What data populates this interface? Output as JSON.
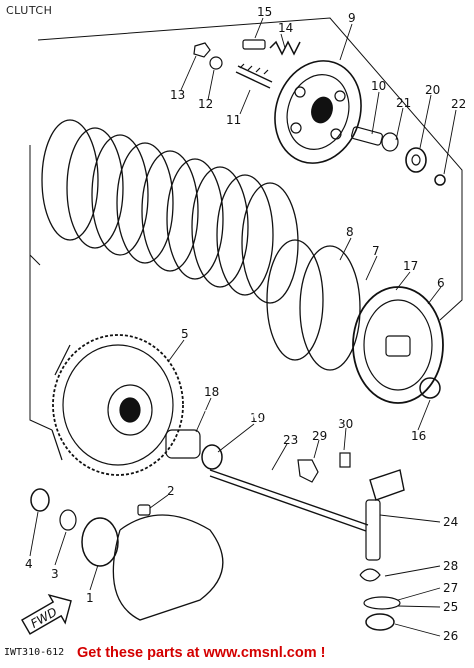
{
  "header": {
    "title": "CLUTCH"
  },
  "diagram": {
    "part_code": "IWT310-612",
    "fwd_label": "FWD",
    "watermark": "WWW.CMSNL.COM",
    "callouts": [
      {
        "id": "c15",
        "label": "15"
      },
      {
        "id": "c14",
        "label": "14"
      },
      {
        "id": "c9",
        "label": "9"
      },
      {
        "id": "c13",
        "label": "13"
      },
      {
        "id": "c12",
        "label": "12"
      },
      {
        "id": "c11",
        "label": "11"
      },
      {
        "id": "c10",
        "label": "10"
      },
      {
        "id": "c21",
        "label": "21"
      },
      {
        "id": "c20",
        "label": "20"
      },
      {
        "id": "c22",
        "label": "22"
      },
      {
        "id": "c8",
        "label": "8"
      },
      {
        "id": "c7",
        "label": "7"
      },
      {
        "id": "c17",
        "label": "17"
      },
      {
        "id": "c6",
        "label": "6"
      },
      {
        "id": "c5",
        "label": "5"
      },
      {
        "id": "c18",
        "label": "18"
      },
      {
        "id": "c19",
        "label": "19"
      },
      {
        "id": "c23",
        "label": "23"
      },
      {
        "id": "c29",
        "label": "29"
      },
      {
        "id": "c30",
        "label": "30"
      },
      {
        "id": "c16",
        "label": "16"
      },
      {
        "id": "c2",
        "label": "2"
      },
      {
        "id": "c4",
        "label": "4"
      },
      {
        "id": "c3",
        "label": "3"
      },
      {
        "id": "c1",
        "label": "1"
      },
      {
        "id": "c24",
        "label": "24"
      },
      {
        "id": "c28",
        "label": "28"
      },
      {
        "id": "c27",
        "label": "27"
      },
      {
        "id": "c25",
        "label": "25"
      },
      {
        "id": "c26",
        "label": "26"
      }
    ]
  },
  "footer": {
    "promo_text": "Get these parts at www.cmsnl.com !"
  }
}
